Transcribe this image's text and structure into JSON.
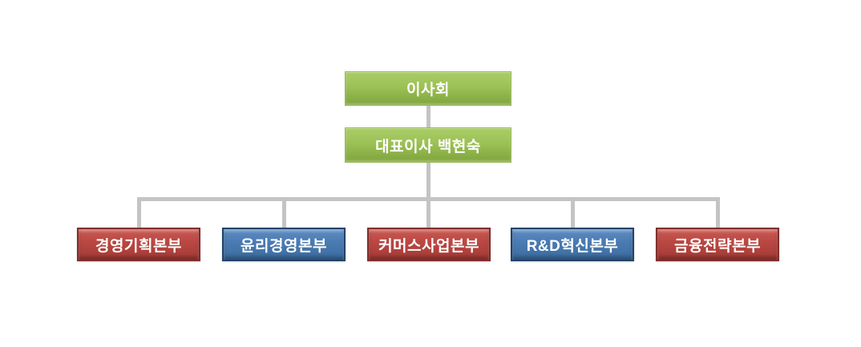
{
  "org_chart": {
    "type": "org-chart",
    "root": {
      "label": "이사회",
      "theme": "green"
    },
    "executive": {
      "label": "대표이사 백현숙",
      "theme": "green"
    },
    "departments": [
      {
        "label": "경영기획본부",
        "theme": "red"
      },
      {
        "label": "윤리경영본부",
        "theme": "blue"
      },
      {
        "label": "커머스사업본부",
        "theme": "red"
      },
      {
        "label": "R&D혁신본부",
        "theme": "blue"
      },
      {
        "label": "금융전략본부",
        "theme": "red"
      }
    ],
    "themes": {
      "green": {
        "fill_top": "#AACD68",
        "fill_bottom": "#7FA43E",
        "border": "#94B74F",
        "text": "#FFFFFF"
      },
      "red": {
        "fill_top": "#CA5A54",
        "fill_bottom": "#A53A36",
        "border": "#822E2B",
        "text": "#FFFFFF"
      },
      "blue": {
        "fill_top": "#5E8DC2",
        "fill_bottom": "#3C6CA0",
        "border": "#22436B",
        "text": "#FFFFFF"
      }
    },
    "connector_color": "#C4C4C4",
    "background": "#FFFFFF"
  }
}
